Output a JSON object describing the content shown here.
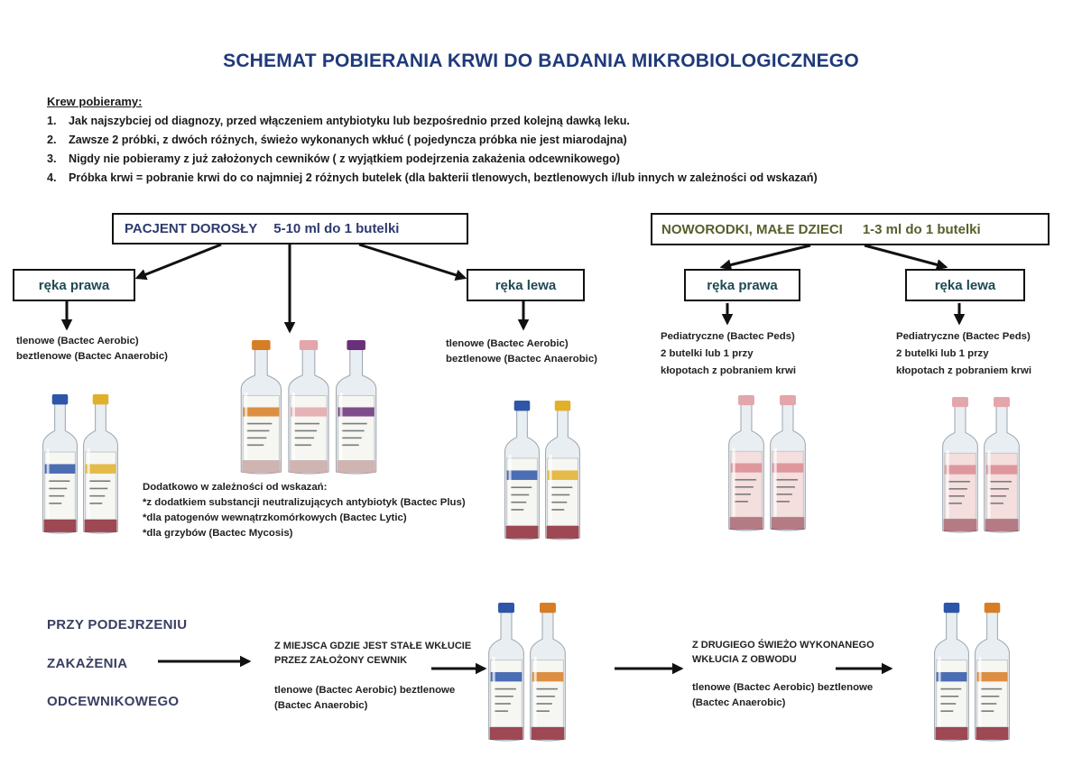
{
  "title": "SCHEMAT POBIERANIA KRWI DO BADANIA MIKROBIOLOGICZNEGO",
  "intro": {
    "heading": "Krew pobieramy:",
    "items": [
      {
        "num": "1.",
        "text": "Jak najszybciej od diagnozy, przed włączeniem antybiotyku lub bezpośrednio przed kolejną dawką leku."
      },
      {
        "num": "2.",
        "text": "Zawsze 2 próbki,  z dwóch różnych, świeżo wykonanych wkłuć ( pojedyncza próbka nie jest miarodajna)"
      },
      {
        "num": "3.",
        "text": "Nigdy nie pobieramy  z już założonych cewników ( z wyjątkiem podejrzenia zakażenia odcewnikowego)"
      },
      {
        "num": "4.",
        "text": "Próbka krwi = pobranie krwi do co najmniej 2 różnych butelek (dla bakterii tlenowych, beztlenowych i/lub innych w zależności od wskazań)"
      }
    ]
  },
  "adult": {
    "label": "PACJENT  DOROSŁY",
    "volume": "5-10 ml do 1 butelki",
    "right_hand": "ręka prawa",
    "left_hand": "ręka lewa",
    "right_line1": "tlenowe (Bactec  Aerobic)",
    "right_line2": "beztlenowe (Bactec Anaerobic)",
    "left_line1": "tlenowe (Bactec  Aerobic)",
    "left_line2": "beztlenowe (Bactec Anaerobic)",
    "extra_heading": "Dodatkowo w zależności od wskazań:",
    "extra_1": "*z dodatkiem substancji neutralizujących antybiotyk (Bactec Plus)",
    "extra_2": "*dla patogenów wewnątrzkomórkowych  (Bactec Lytic)",
    "extra_3": "*dla grzybów (Bactec Mycosis)"
  },
  "child": {
    "label": "NOWORODKI, MAŁE DZIECI",
    "volume": "1-3 ml do 1 butelki",
    "right_hand": "ręka prawa",
    "left_hand": "ręka lewa",
    "right_line1": "Pediatryczne (Bactec Peds)",
    "right_line2": "2 butelki lub 1 przy",
    "right_line3": "kłopotach z pobraniem krwi",
    "left_line1": "Pediatryczne (Bactec Peds)",
    "left_line2": "2 butelki lub 1 przy",
    "left_line3": "kłopotach z pobraniem krwi"
  },
  "catheter": {
    "label_1": "PRZY PODEJRZENIU",
    "label_2": "ZAKAŻENIA",
    "label_3": "ODCEWNIKOWEGO",
    "site1_line1": "Z MIEJSCA GDZIE JEST STAŁE WKŁUCIE",
    "site1_line2": "PRZEZ ZAŁOŻONY CEWNIK",
    "site1_bottles1": "tlenowe (Bactec Aerobic)   beztlenowe",
    "site1_bottles2": "(Bactec Anaerobic)",
    "site2_line1": "Z DRUGIEGO ŚWIEŻO WYKONANEGO",
    "site2_line2": "WKŁUCIA Z OBWODU",
    "site2_bottles1": "tlenowe (Bactec  Aerobic)   beztlenowe",
    "site2_bottles2": "(Bactec Anaerobic)"
  },
  "colors": {
    "title": "#1f3a7a",
    "cap_blue": "#2d55a8",
    "cap_yellow": "#e1b02a",
    "cap_orange": "#d77d25",
    "cap_pink": "#e3a6ab",
    "cap_purple": "#6a2f7a",
    "blood": "#8b1e2a"
  }
}
